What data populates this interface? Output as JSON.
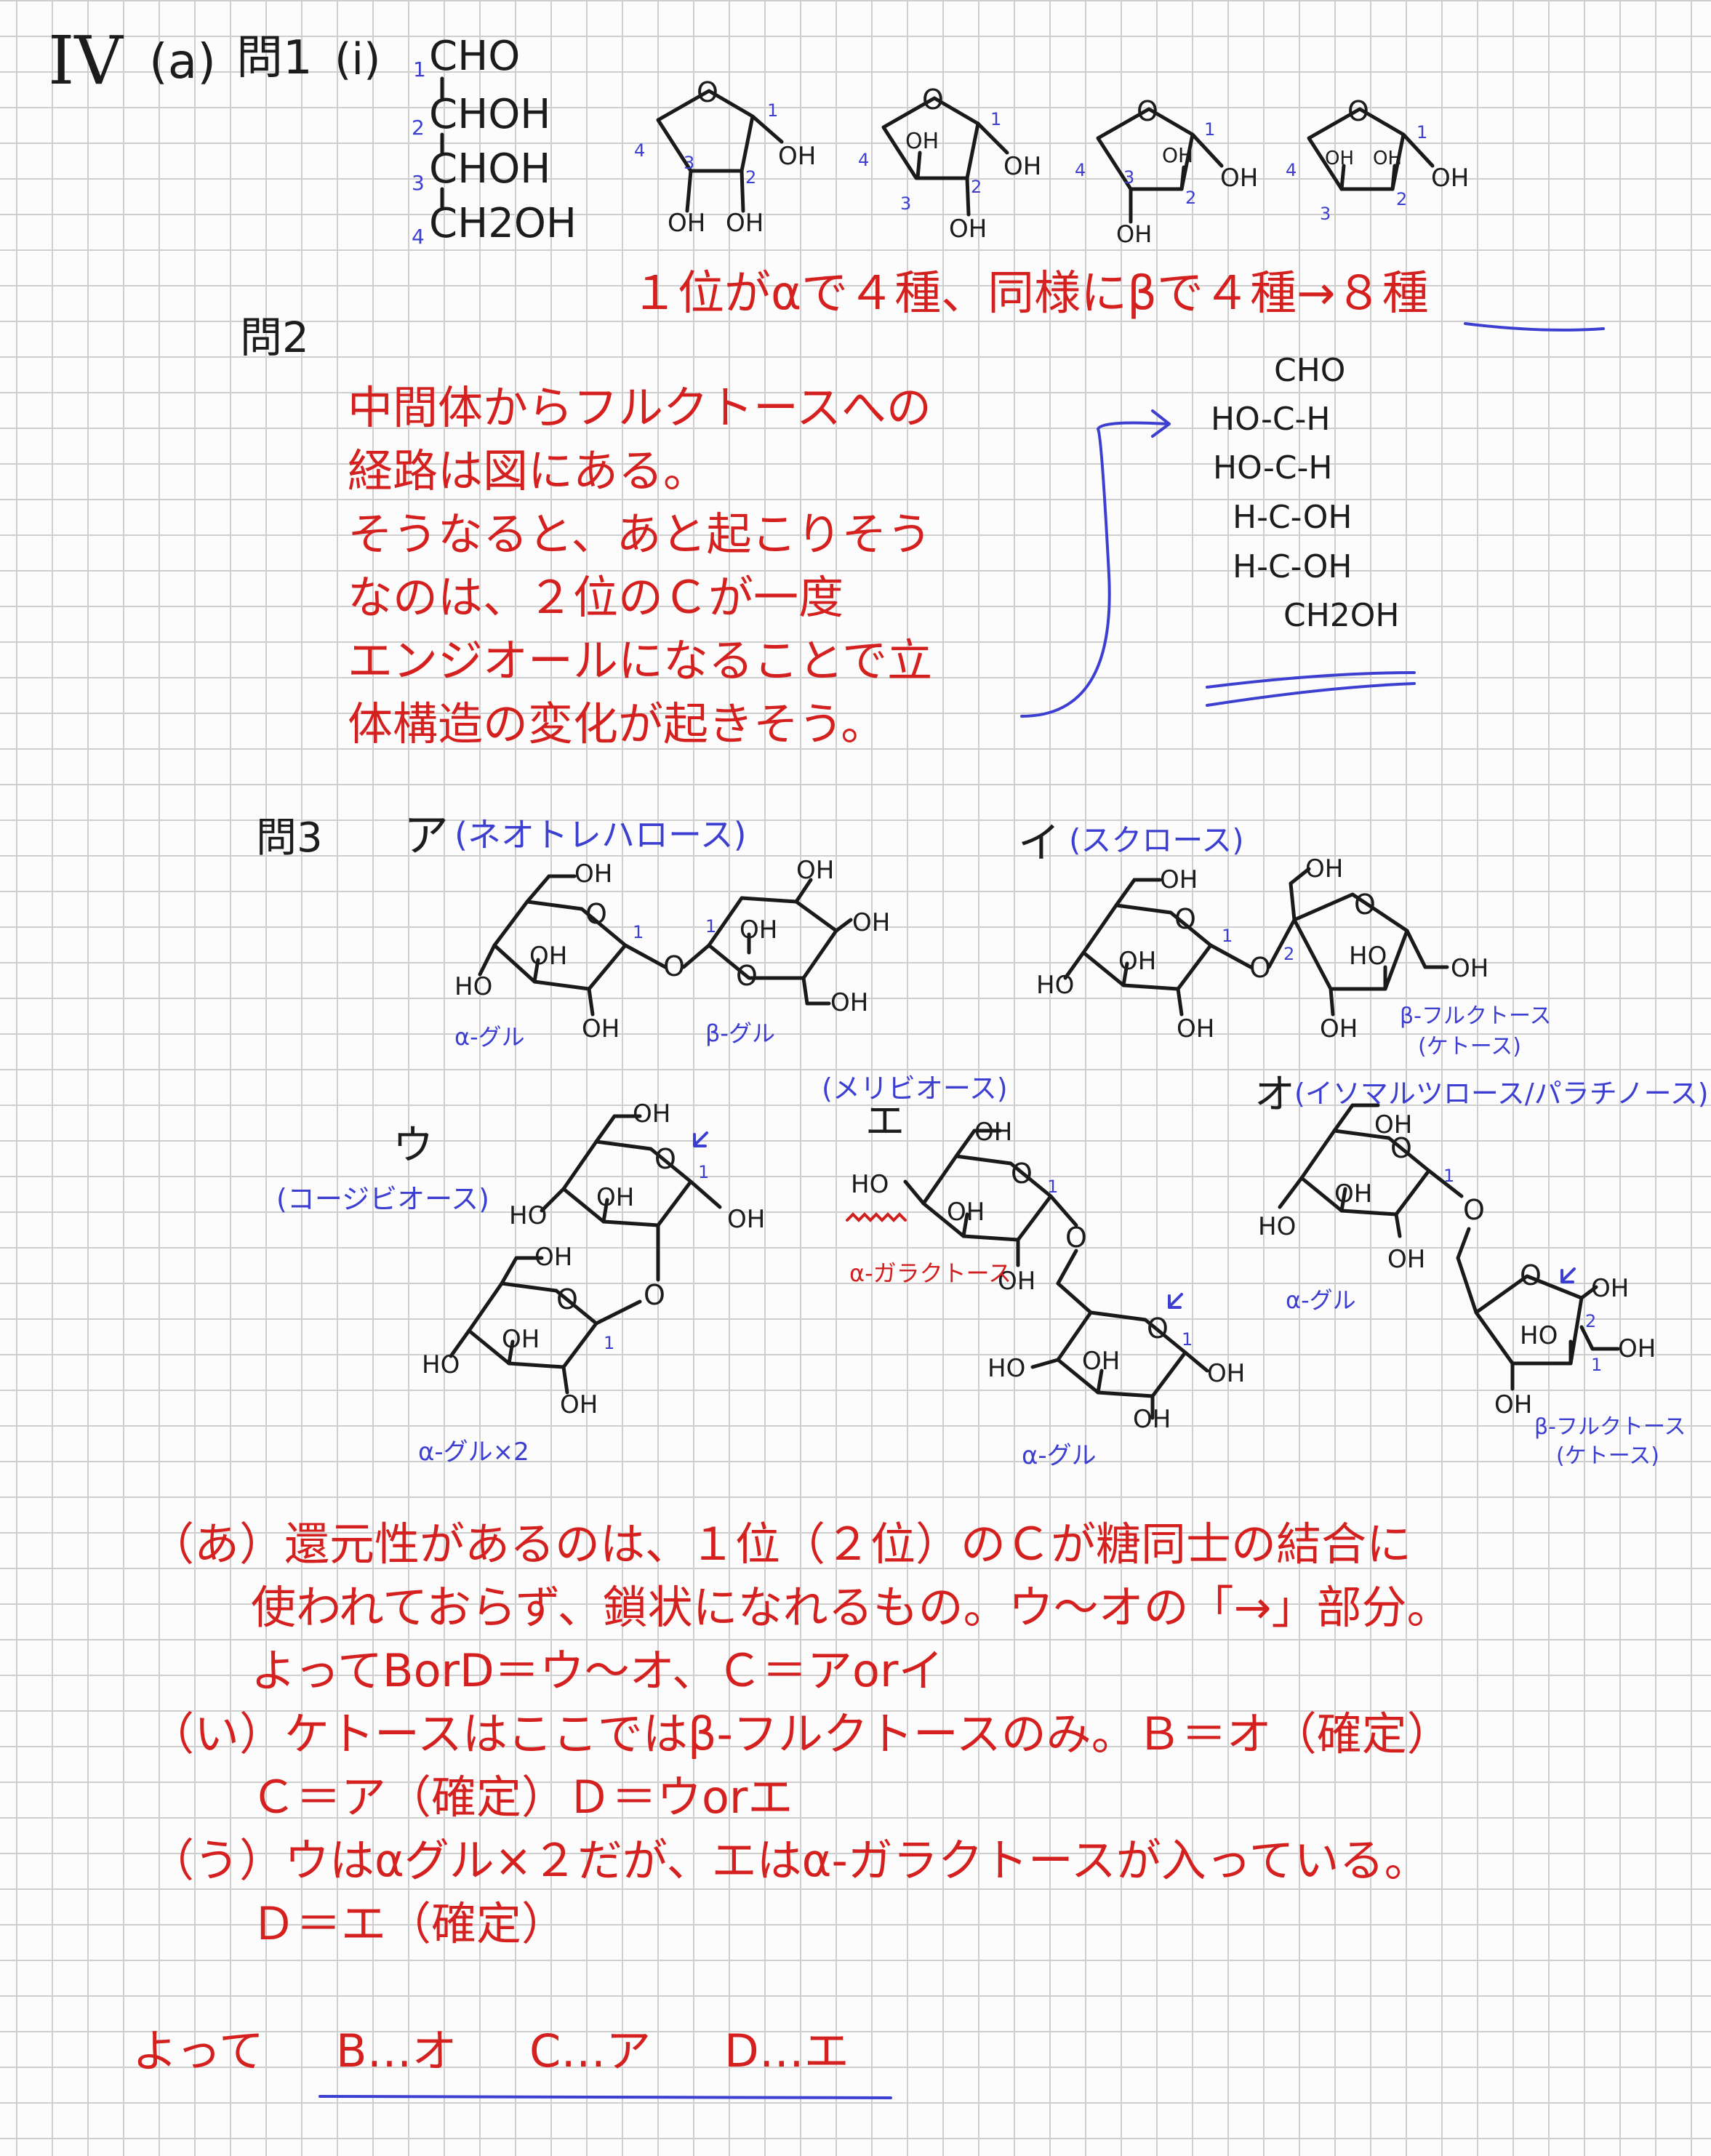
{
  "header": {
    "problem": "IV",
    "part": "(a)",
    "q1": "問1",
    "q1_sub": "(i)"
  },
  "q1": {
    "chain": [
      "CHO",
      "CHOH",
      "CHOH",
      "CH2OH"
    ],
    "chain_numbers": [
      "1",
      "2",
      "3",
      "4"
    ],
    "ring_labels": {
      "O": "O",
      "OH": "OH"
    },
    "ring_numbers": [
      "1",
      "2",
      "3",
      "4"
    ],
    "answer": "１位がαで４種、同様にβで４種→８種"
  },
  "q2": {
    "label": "問2",
    "lines": [
      "中間体からフルクトースへの",
      "経路は図にある。",
      "そうなると、あと起こりそう",
      "なのは、２位のＣが一度",
      "エンジオールになることで立",
      "体構造の変化が起きそう。"
    ],
    "fischer": [
      "CHO",
      "HO-C-H",
      "HO-C-H",
      "H-C-OH",
      "H-C-OH",
      "CH2OH"
    ]
  },
  "q3": {
    "label": "問3",
    "a": {
      "kana": "ア",
      "name": "(ネオトレハロース)",
      "left": "α-グル",
      "right": "β-グル"
    },
    "i": {
      "kana": "イ",
      "name": "(スクロース)",
      "right": "β-フルクトース",
      "right2": "(ケトース)"
    },
    "u": {
      "kana": "ウ",
      "name": "(コージビオース)",
      "bottom": "α-グル×2"
    },
    "e": {
      "kana": "エ",
      "name": "(メリビオース)",
      "top": "α-ガラクトース",
      "bottom": "α-グル"
    },
    "o": {
      "kana": "オ",
      "name": "(イソマルツロース/パラチノース)",
      "left": "α-グル",
      "right": "β-フルクトース",
      "right2": "(ケトース)"
    },
    "atoms": {
      "OH": "OH",
      "HO": "HO",
      "O": "O",
      "num1": "1",
      "num2": "2"
    }
  },
  "analysis": [
    "（あ）還元性があるのは、１位（２位）のＣが糖同士の結合に",
    "使われておらず、鎖状になれるもの。ウ～オの「→」部分。",
    "よってBorD＝ウ～オ、Ｃ＝アorイ",
    "（い）ケトースはここではβ-フルクトースのみ。Ｂ＝オ（確定）",
    "Ｃ＝ア（確定）Ｄ＝ウorエ",
    "（う）ウはαグル×２だが、エはα-ガラクトースが入っている。",
    "Ｄ＝エ（確定）"
  ],
  "final": {
    "prefix": "よって",
    "b": "B…オ",
    "c": "C…ア",
    "d": "D…エ"
  }
}
